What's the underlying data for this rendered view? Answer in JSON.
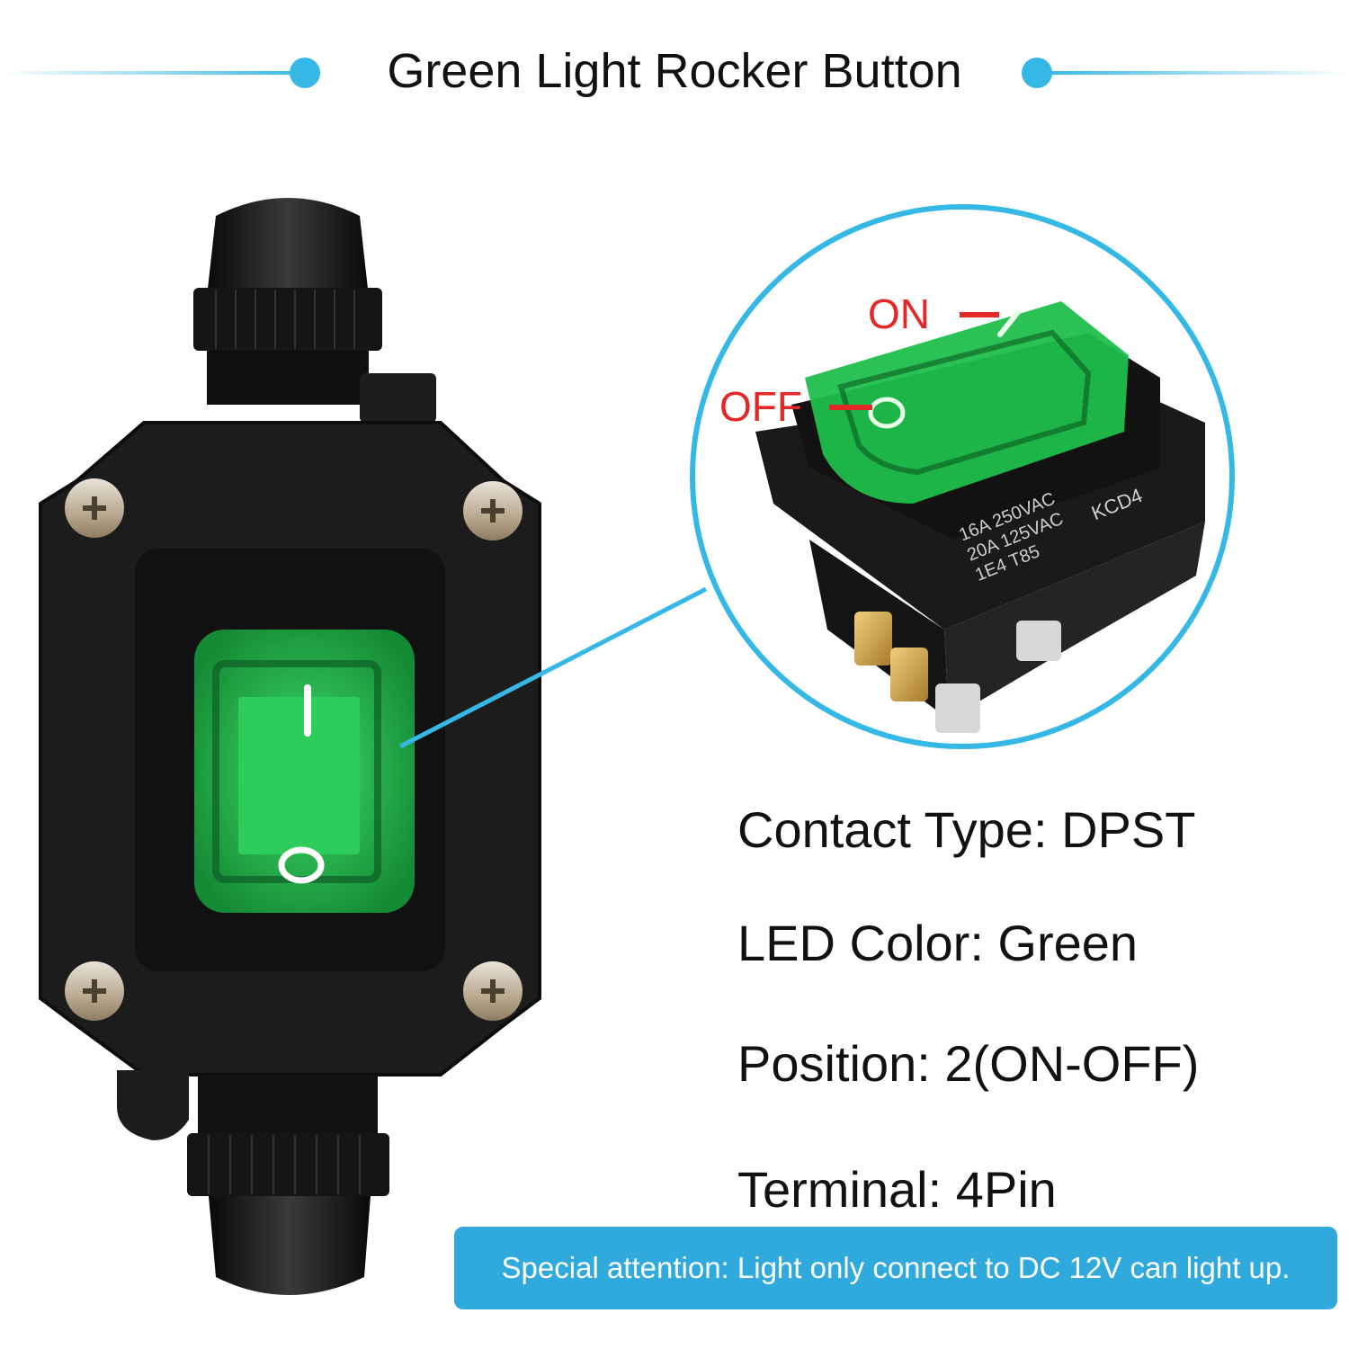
{
  "header": {
    "title": "Green Light Rocker Button"
  },
  "callout": {
    "on_label": "ON",
    "off_label": "OFF",
    "rating_lines": [
      "16A 250VAC",
      "20A 125VAC",
      "1E4 T85"
    ],
    "model": "KCD4"
  },
  "specs": [
    "Contact Type: DPST",
    "LED Color: Green",
    "Position: 2(ON-OFF)",
    "Terminal: 4Pin"
  ],
  "notice": {
    "text": "Special attention: Light only connect to DC 12V can light up."
  },
  "colors": {
    "accent": "#35b8e5",
    "rocker_green": "#1fb84a",
    "label_red": "#e42828",
    "housing": "#1a1a1a"
  }
}
